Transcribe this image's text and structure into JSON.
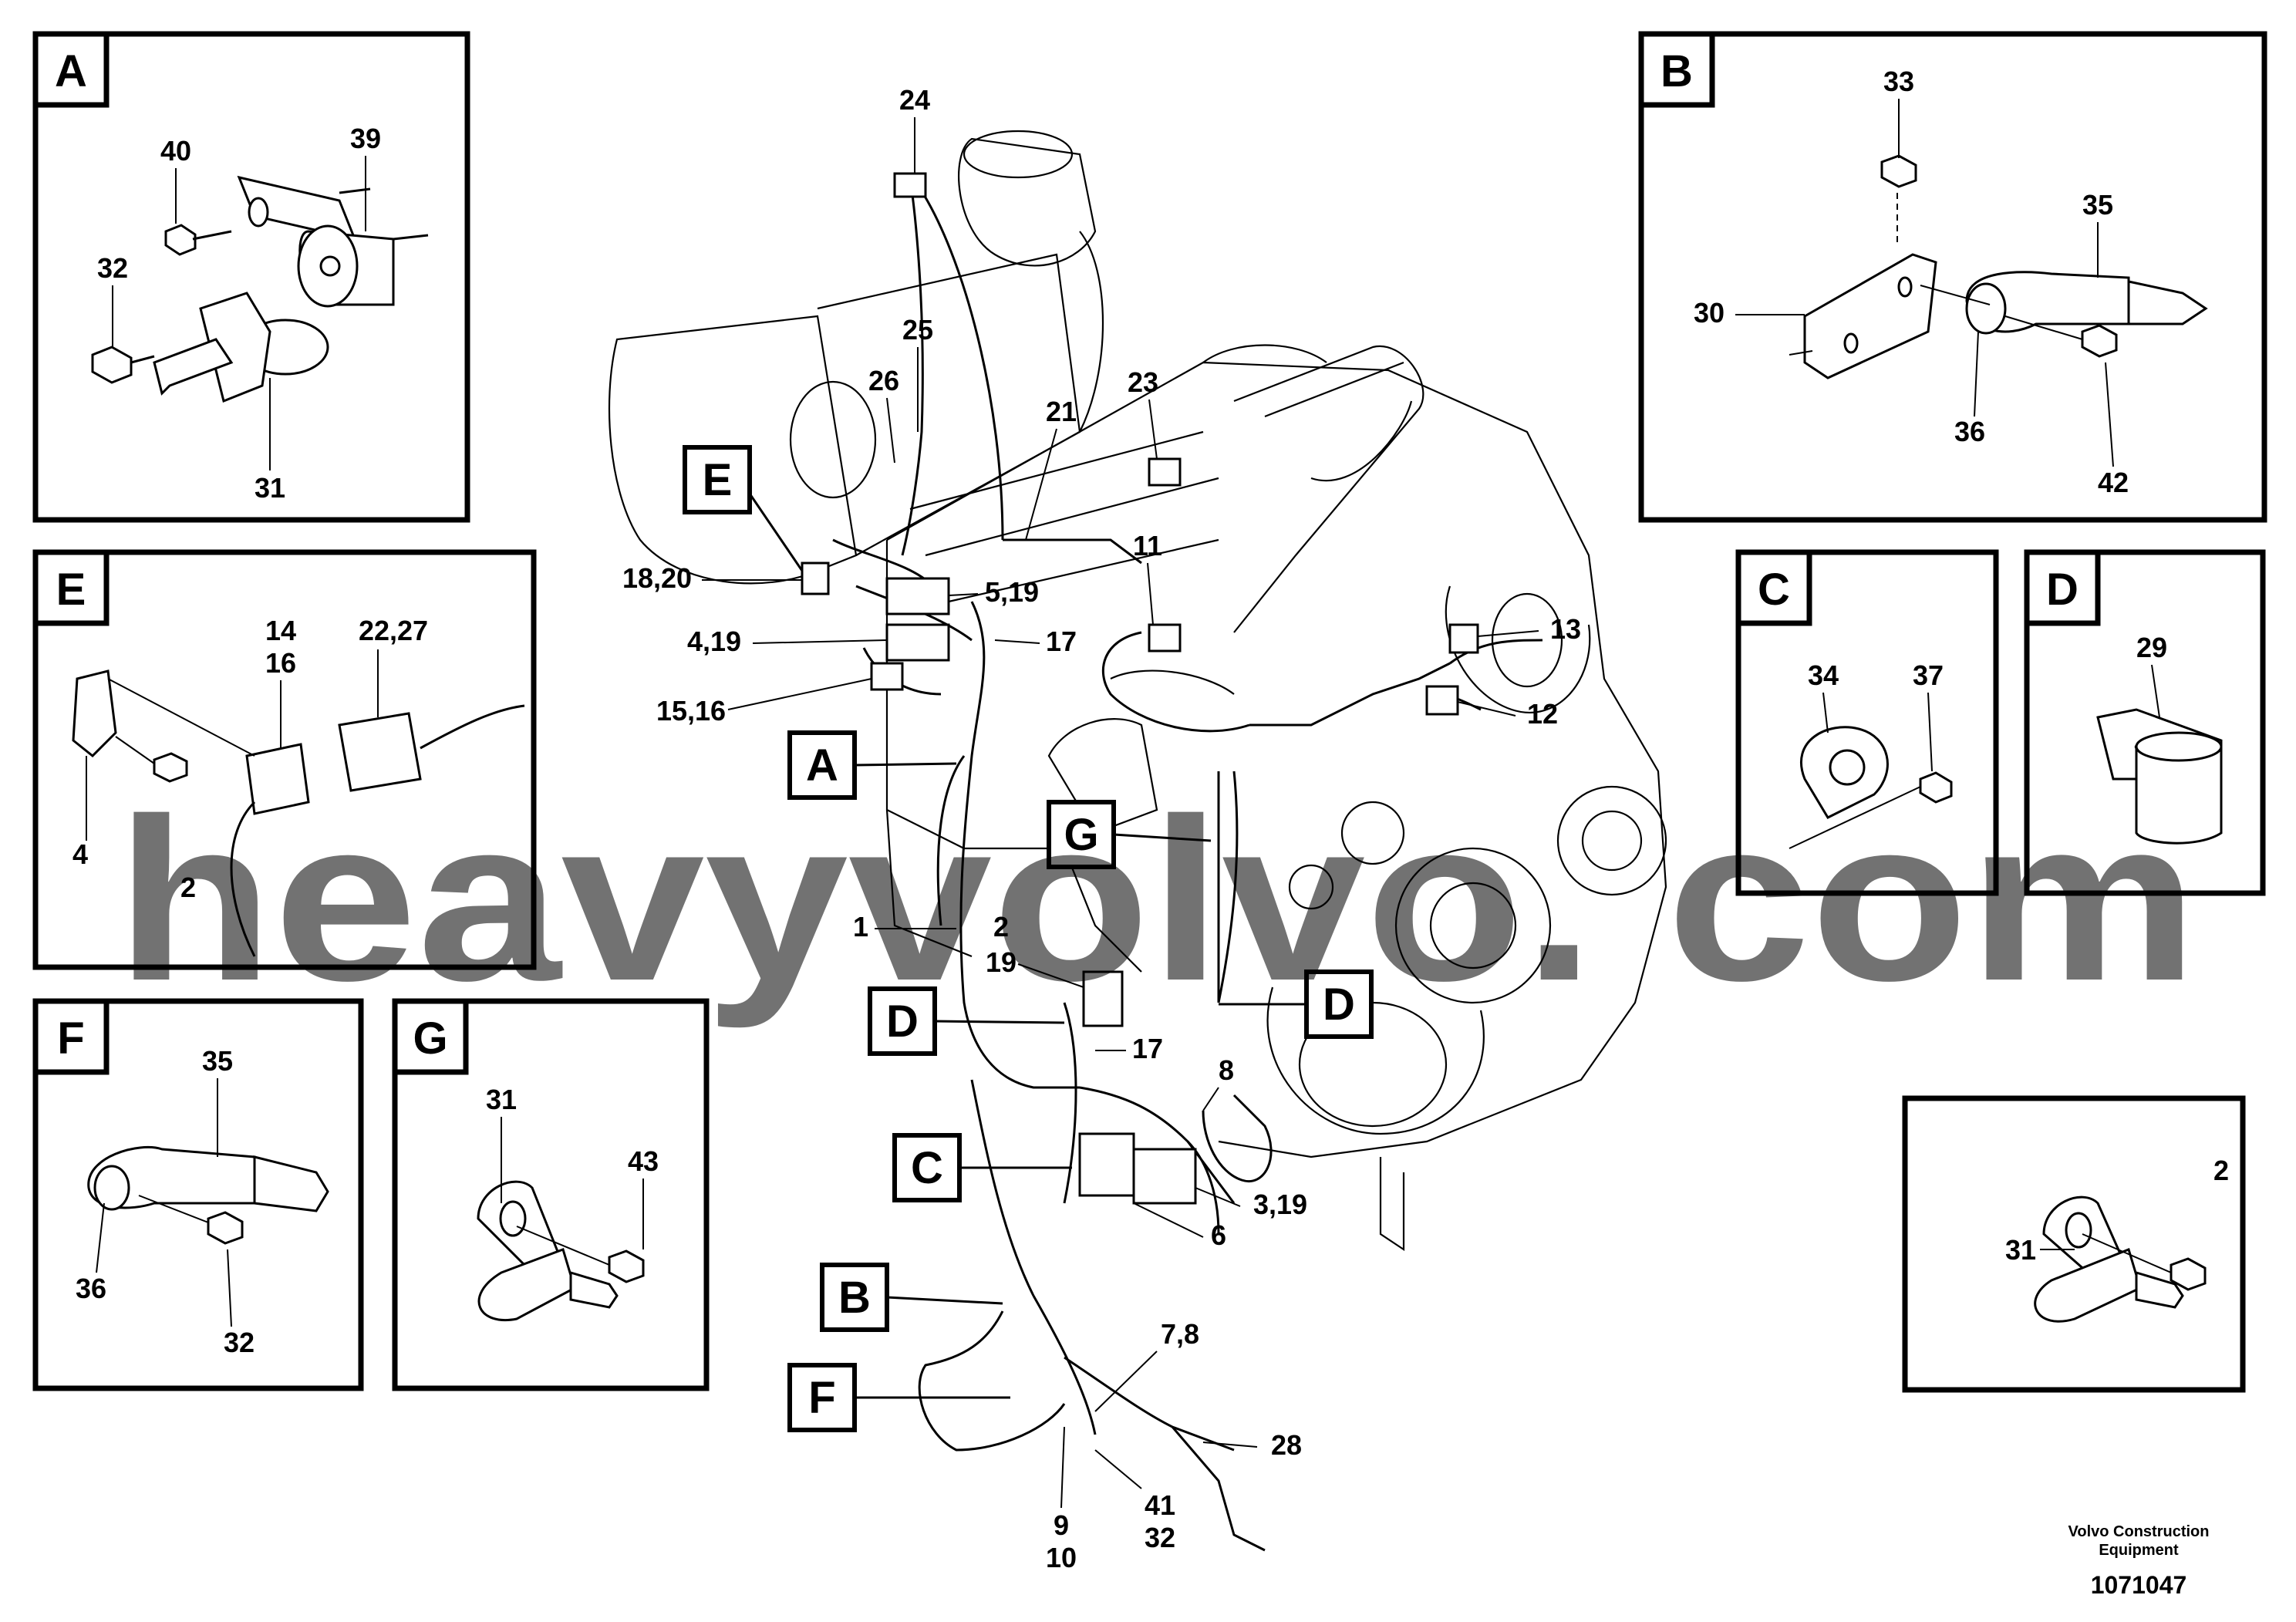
{
  "watermark": "heavyvolvo. com",
  "footer": {
    "brand_line1": "Volvo Construction",
    "brand_line2": "Equipment",
    "drawing_number": "1071047"
  },
  "detail_A": {
    "letter": "A",
    "labels": [
      "40",
      "39",
      "32",
      "31"
    ]
  },
  "detail_B": {
    "letter": "B",
    "labels": [
      "33",
      "35",
      "30",
      "36",
      "42"
    ]
  },
  "detail_C": {
    "letter": "C",
    "labels": [
      "34",
      "37"
    ]
  },
  "detail_D": {
    "letter": "D",
    "labels": [
      "29"
    ]
  },
  "detail_E": {
    "letter": "E",
    "labels": [
      "14",
      "16",
      "22,27",
      "4",
      "2"
    ]
  },
  "detail_F": {
    "letter": "F",
    "labels": [
      "35",
      "36",
      "32"
    ]
  },
  "detail_G": {
    "letter": "G",
    "labels": [
      "31",
      "43"
    ]
  },
  "detail_H": {
    "labels": [
      "2",
      "31"
    ]
  },
  "main": {
    "tags": [
      "E",
      "A",
      "G",
      "D",
      "D",
      "C",
      "B",
      "F"
    ],
    "labels": [
      "24",
      "25",
      "26",
      "21",
      "23",
      "11",
      "13",
      "12",
      "18,20",
      "5,19",
      "4,19",
      "17",
      "15,16",
      "1",
      "2",
      "19",
      "17",
      "8",
      "3,19",
      "6",
      "7,8",
      "28",
      "9",
      "10",
      "41",
      "32"
    ]
  }
}
